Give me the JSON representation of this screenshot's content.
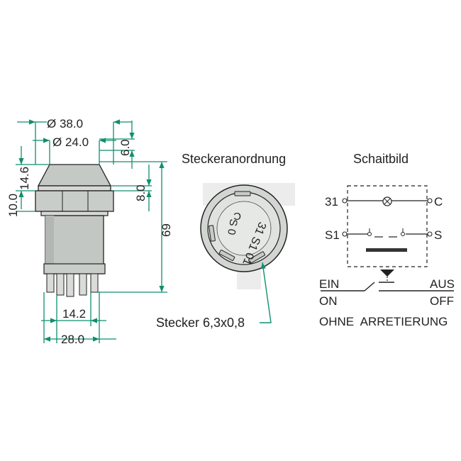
{
  "dimensions": {
    "outer_diameter": "Ø 38.0",
    "inner_diameter": "Ø 24.0",
    "bezel_height": "6.0",
    "cap_height": "14.6",
    "nut_height": "10.0",
    "nut_offset": "8.0",
    "total_height": "69",
    "terminal_spacing": "14.2",
    "base_width": "28.0"
  },
  "connector_view": {
    "title": "Steckeranordnung",
    "marking_top": "C",
    "marking_middle": "S 0",
    "marking_code": "31 S1 01",
    "plug_callout": "Stecker 6,3x0,8"
  },
  "schematic": {
    "title": "Schaitbild",
    "terminal_31": "31",
    "terminal_c": "C",
    "terminal_s1": "S1",
    "terminal_s": "S",
    "state_on_de": "EIN",
    "state_on_en": "ON",
    "state_off_de": "AUS",
    "state_off_en": "OFF",
    "footer": "OHNE  ARRETIERUNG"
  },
  "colors": {
    "dimension_lines": "#0f8f6e",
    "body": "#c9cdc9"
  }
}
